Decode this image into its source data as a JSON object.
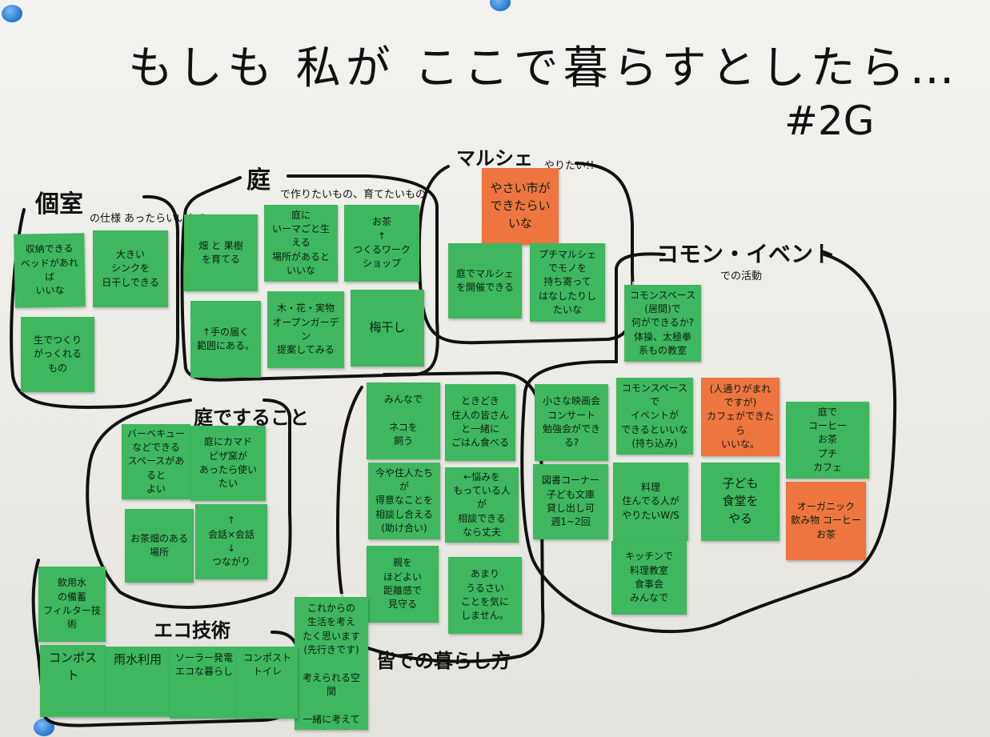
{
  "title": "もしも 私が ここで暮らすとしたら…",
  "group": "#2G",
  "sections": {
    "private_room": {
      "label": "個室",
      "sub": "の仕様 あったらいいもの"
    },
    "garden": {
      "label": "庭",
      "sub": "で作りたいもの、育てたいもの"
    },
    "marche": {
      "label": "マルシェ",
      "sub": "やりたい!!"
    },
    "common": {
      "label": "コモン・イベント",
      "sub": "での活動"
    },
    "garden_do": {
      "label": "庭ですること"
    },
    "eco": {
      "label": "エコ技術"
    },
    "living": {
      "label": "皆での暮らし方"
    }
  },
  "notes": [
    {
      "text": "収納できる\nベッドがあれば\nいいな"
    },
    {
      "text": "大きい\nシンクを\n日干しできる"
    },
    {
      "text": "生でつくり\nがっくれる\nもの"
    },
    {
      "text": "畑 と 果樹\nを育てる"
    },
    {
      "text": "庭に\nいーマごと生える\n場所があると\nいいな"
    },
    {
      "text": "お茶\n↑\nつくるワークショップ"
    },
    {
      "text": "↑手の届く\n範囲にある。"
    },
    {
      "text": "木・花・実物\nオープンガーデン\n提案してみる"
    },
    {
      "text": "梅干し"
    },
    {
      "text": "やさい市が\nできたらいいな"
    },
    {
      "text": "庭でマルシェ\nを開催できる"
    },
    {
      "text": "プチマルシェでモノを\n持ち寄って\nはなしたりしたいな"
    },
    {
      "text": "コモンスペース\n(居間)で\n何ができるか?\n体操、太極拳\n系もの教室"
    },
    {
      "text": "バーベキュー\nなどできる\nスペースがあると\nよい"
    },
    {
      "text": "庭にカマド\nピザ窯が\nあったら使いたい"
    },
    {
      "text": "お茶畑のある\n場所"
    },
    {
      "text": "↑\n会話×会話\n↓\nつながり"
    },
    {
      "text": "みんなで\n\nネコを\n飼う"
    },
    {
      "text": "ときどき\n住人の皆さん\nと一緒に\nごはん食べる"
    },
    {
      "text": "小さな映画会\nコンサート\n勉強会ができる?"
    },
    {
      "text": "コモンスペースで\nイベントが\nできるといいな\n(持ち込み)"
    },
    {
      "text": "(人通りがまれ\nですが)\nカフェができたら\nいいな。"
    },
    {
      "text": "庭で\nコーヒー\nお茶\nプチ\nカフェ"
    },
    {
      "text": "今や住人たちが\n得意なことを\n相談し合える\n(助け合い)"
    },
    {
      "text": "←悩みを\nもっている人が\n相談できる\nなら丈夫"
    },
    {
      "text": "図書コーナー\n子ども文庫\n貸し出し可\n週1~2回"
    },
    {
      "text": "料理\n住んでる人が\nやりたいW/S"
    },
    {
      "text": "子ども\n食堂を\nやる"
    },
    {
      "text": "オーガニック\n飲み物 コーヒー\nお茶"
    },
    {
      "text": "飲用水\nの備蓄\nフィルター技術"
    },
    {
      "text": "親を\nほどよい\n距離感で\n見守る"
    },
    {
      "text": "あまり\nうるさい\nことを気に\nしません。"
    },
    {
      "text": "キッチンで\n料理教室\n食事会\nみんなで"
    },
    {
      "text": "これからの\n生活を考え\nたく思います\n(先行きです)\n\n考えられる空間\n\n一緒に考えて\nくれる人\nが隣にいる"
    },
    {
      "text": "コンポスト"
    },
    {
      "text": "雨水利用"
    },
    {
      "text": "ソーラー発電\nエコな暮らし"
    },
    {
      "text": "コンポスト\nトイレ"
    }
  ]
}
